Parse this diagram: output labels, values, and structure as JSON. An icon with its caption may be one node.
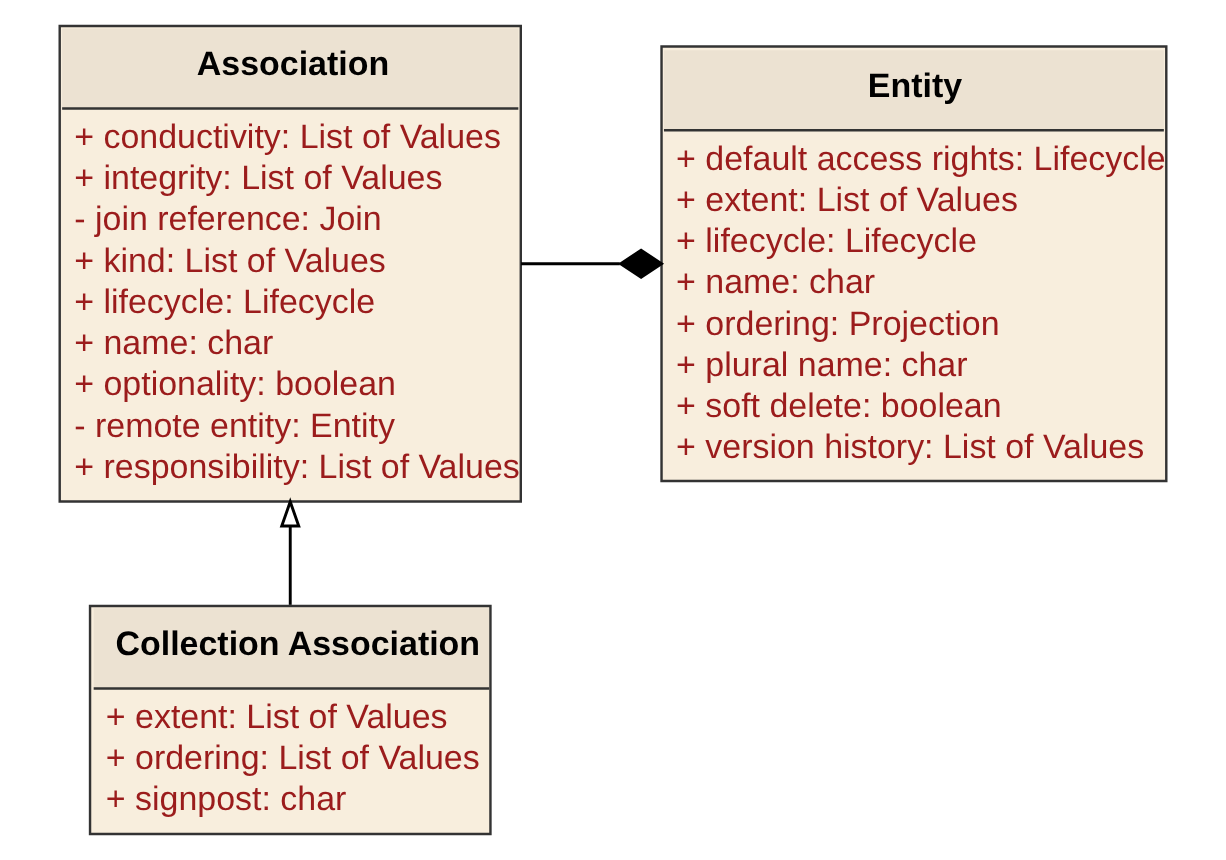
{
  "diagram": {
    "nodes": [
      {
        "text": [
          "Entity",
          "+ default access rights: Lifecycle",
          "+ extent: List of Values",
          "+ lifecycle: Lifecycle",
          "+ name: char",
          "+ ordering: Projection",
          "+ plural name: char",
          "+ soft delete: boolean",
          "+ version history: List of Values"
        ]
      },
      {
        "text": [
          "Association",
          "+ conductivity: List of Values",
          "+ integrity: List of Values",
          "- join reference: Join",
          "+ kind: List of Values",
          "+ lifecycle: Lifecycle",
          "+ name: char",
          "+ optionality: boolean",
          "- remote entity: Entity",
          "+ responsibility: List of Values"
        ]
      },
      {
        "text": [
          "Collection Association",
          "+ extent: List of Values",
          "+ ordering: List of Values",
          "+ signpost: char"
        ]
      }
    ],
    "edges": [
      {
        "from": 1,
        "to": 0,
        "arrow": "other"
      },
      {
        "from": 2,
        "to": 1,
        "arrow": "to"
      }
    ]
  }
}
